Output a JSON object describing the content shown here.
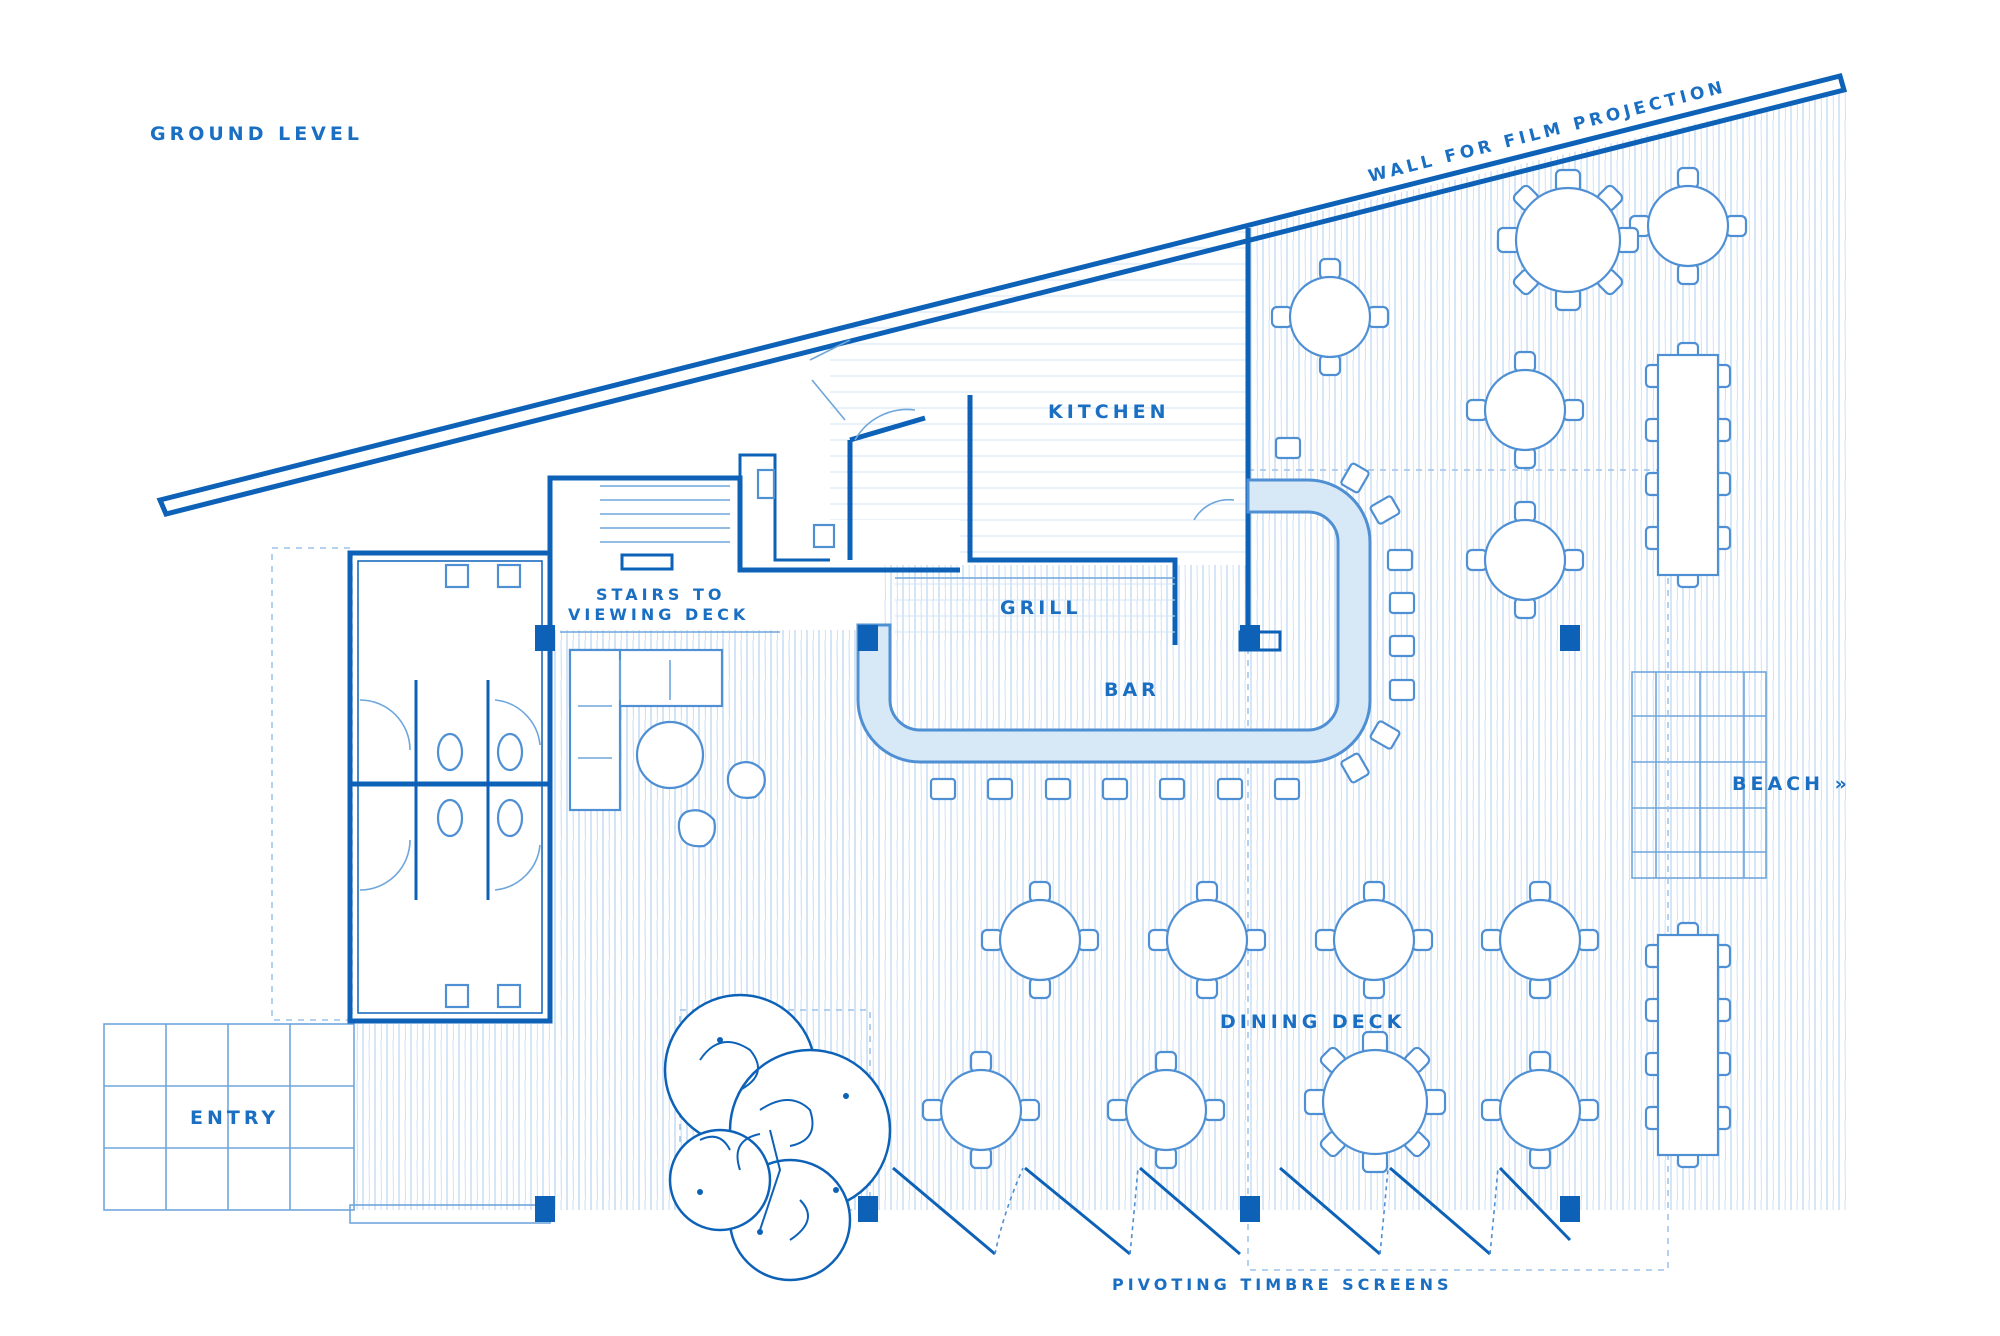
{
  "labels": {
    "title": "GROUND LEVEL",
    "wall": "WALL FOR FILM PROJECTION",
    "kitchen": "KITCHEN",
    "stairs_line1": "STAIRS TO",
    "stairs_line2": "VIEWING DECK",
    "grill": "GRILL",
    "bar": "BAR",
    "beach": "BEACH »",
    "dining": "DINING DECK",
    "entry": "ENTRY",
    "screens": "PIVOTING TIMBRE SCREENS"
  },
  "colors": {
    "wall": "#0d62b8",
    "text": "#1a6fc2",
    "fine_line": "#6fa6dc",
    "bar_fill": "#d7e8f7"
  }
}
